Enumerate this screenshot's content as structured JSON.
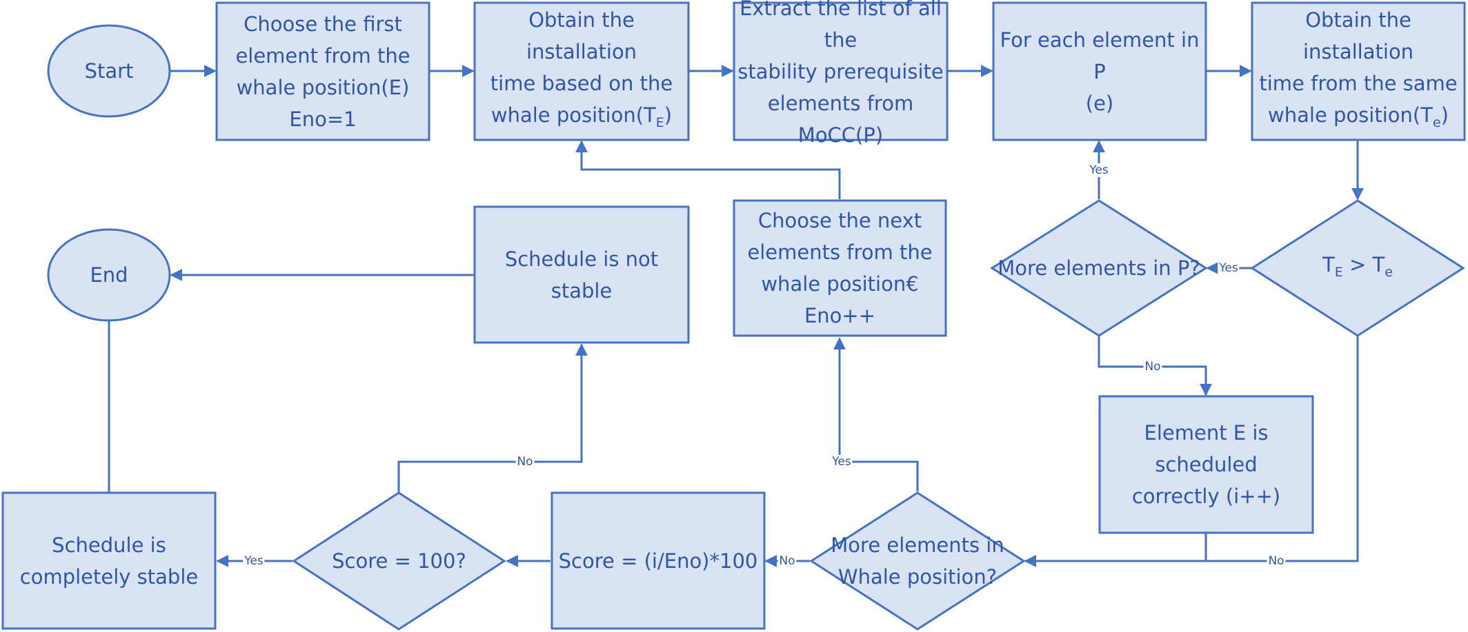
{
  "nodes": {
    "start": "Start",
    "choose_first": "Choose the first\nelement from the\nwhale position(E)\nEno=1",
    "obtain_install_main": "Obtain the installation\ntime based on the\nwhale position(T",
    "obtain_install_main_sub": "E",
    "obtain_install_main_end": ")",
    "extract_list": "Extract the list of all the\nstability prerequisite\nelements from MoCC(P)",
    "for_each": "For each element in P\n(e)",
    "obtain_install_same": "Obtain the installation\ntime from the same\nwhale position(T",
    "obtain_install_same_sub": "e",
    "obtain_install_same_end": ")",
    "compare_a": "T",
    "compare_a_sub": "E",
    "compare_op": " > T",
    "compare_b_sub": "e",
    "more_in_p": "More elements in P?",
    "scheduled_correctly": "Element E is scheduled\ncorrectly (i++)",
    "choose_next": "Choose the next\nelements from the\nwhale position€\nEno++",
    "more_in_whale": "More elements in\nWhale position?",
    "score_calc": "Score = (i/Eno)*100",
    "score_check": "Score = 100?",
    "not_stable": "Schedule is not stable",
    "completely_stable": "Schedule is\ncompletely stable",
    "end": "End"
  },
  "edge_labels": {
    "more_p_yes": "Yes",
    "compare_yes": "Yes",
    "more_p_no": "No",
    "compare_no": "No",
    "whale_yes": "Yes",
    "whale_no": "No",
    "score_no": "No",
    "score_yes": "Yes"
  },
  "colors": {
    "fill": "#DAE3F3",
    "stroke": "#4472C4",
    "text": "#2F55A8"
  }
}
